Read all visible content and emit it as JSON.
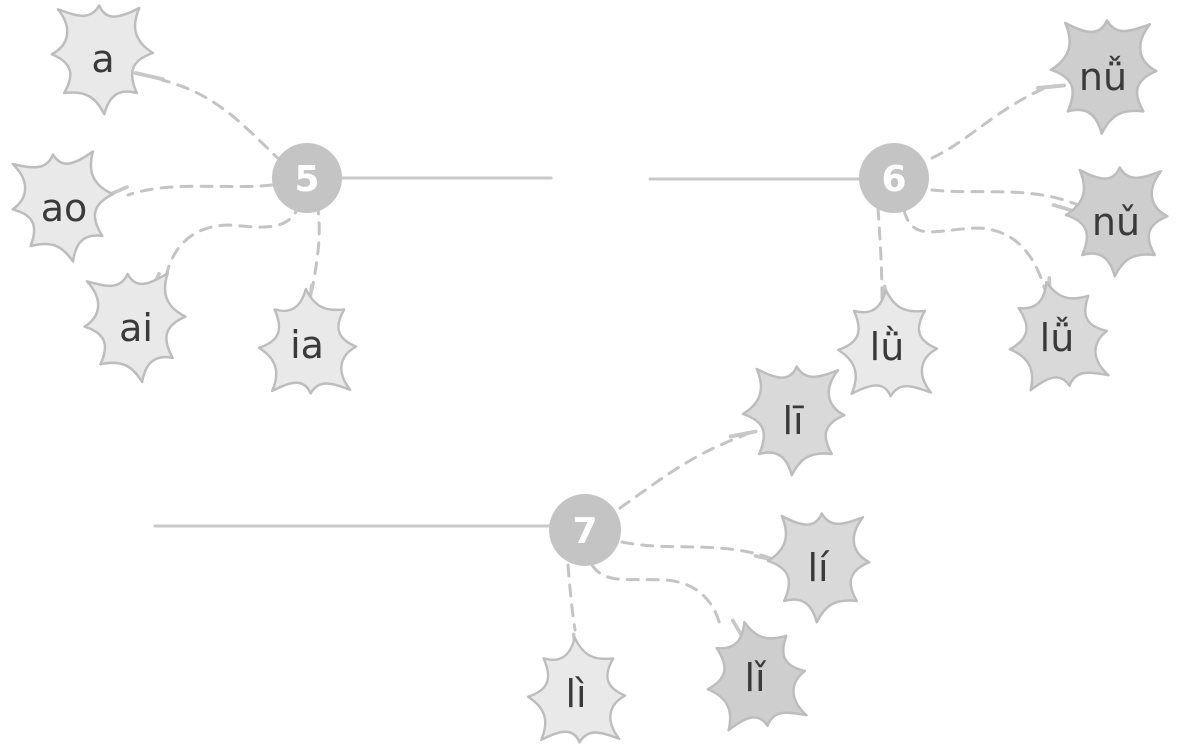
{
  "colors": {
    "node": "#c4c4c4",
    "leaf_light": "#e9e9e9",
    "leaf_medium": "#d9d9d9",
    "leaf_dark": "#cecece",
    "line": "#c9c9c9",
    "text": "#3a3a3a"
  },
  "groups": [
    {
      "number": "5",
      "leaves": [
        {
          "syllable": "a",
          "shade": "leaf_light"
        },
        {
          "syllable": "ao",
          "shade": "leaf_light"
        },
        {
          "syllable": "ai",
          "shade": "leaf_light"
        },
        {
          "syllable": "ia",
          "shade": "leaf_light"
        }
      ]
    },
    {
      "number": "6",
      "leaves": [
        {
          "syllable": "nǚ",
          "shade": "leaf_dark"
        },
        {
          "syllable": "nǔ",
          "shade": "leaf_dark"
        },
        {
          "syllable": "lǜ",
          "shade": "leaf_light"
        },
        {
          "syllable": "lǚ",
          "shade": "leaf_medium"
        }
      ]
    },
    {
      "number": "7",
      "leaves": [
        {
          "syllable": "lī",
          "shade": "leaf_medium"
        },
        {
          "syllable": "lí",
          "shade": "leaf_medium"
        },
        {
          "syllable": "lì",
          "shade": "leaf_light"
        },
        {
          "syllable": "lǐ",
          "shade": "leaf_dark"
        }
      ]
    }
  ]
}
